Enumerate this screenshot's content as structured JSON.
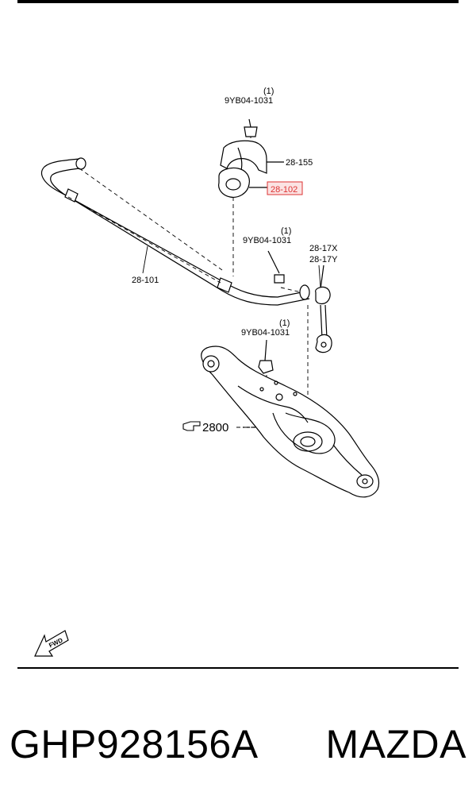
{
  "callouts": {
    "bolt_top": {
      "qty": "(1)",
      "part": "9YB04-1031"
    },
    "bracket": "28-155",
    "bushing": "28-102",
    "stabilizer_bar": "28-101",
    "bolt_mid": {
      "qty": "(1)",
      "part": "9YB04-1031"
    },
    "link_x": "28-17X",
    "link_y": "28-17Y",
    "bolt_low": {
      "qty": "(1)",
      "part": "9YB04-1031"
    },
    "arm_ref": "2800"
  },
  "fwd_label": "FWD",
  "footer": {
    "part_number": "GHP928156A",
    "brand": "MAZDA"
  },
  "colors": {
    "highlight": "#dd3333",
    "highlight_fill": "#fbe3e3"
  },
  "icons": [
    "pointing-hand-icon",
    "fwd-arrow-icon"
  ]
}
